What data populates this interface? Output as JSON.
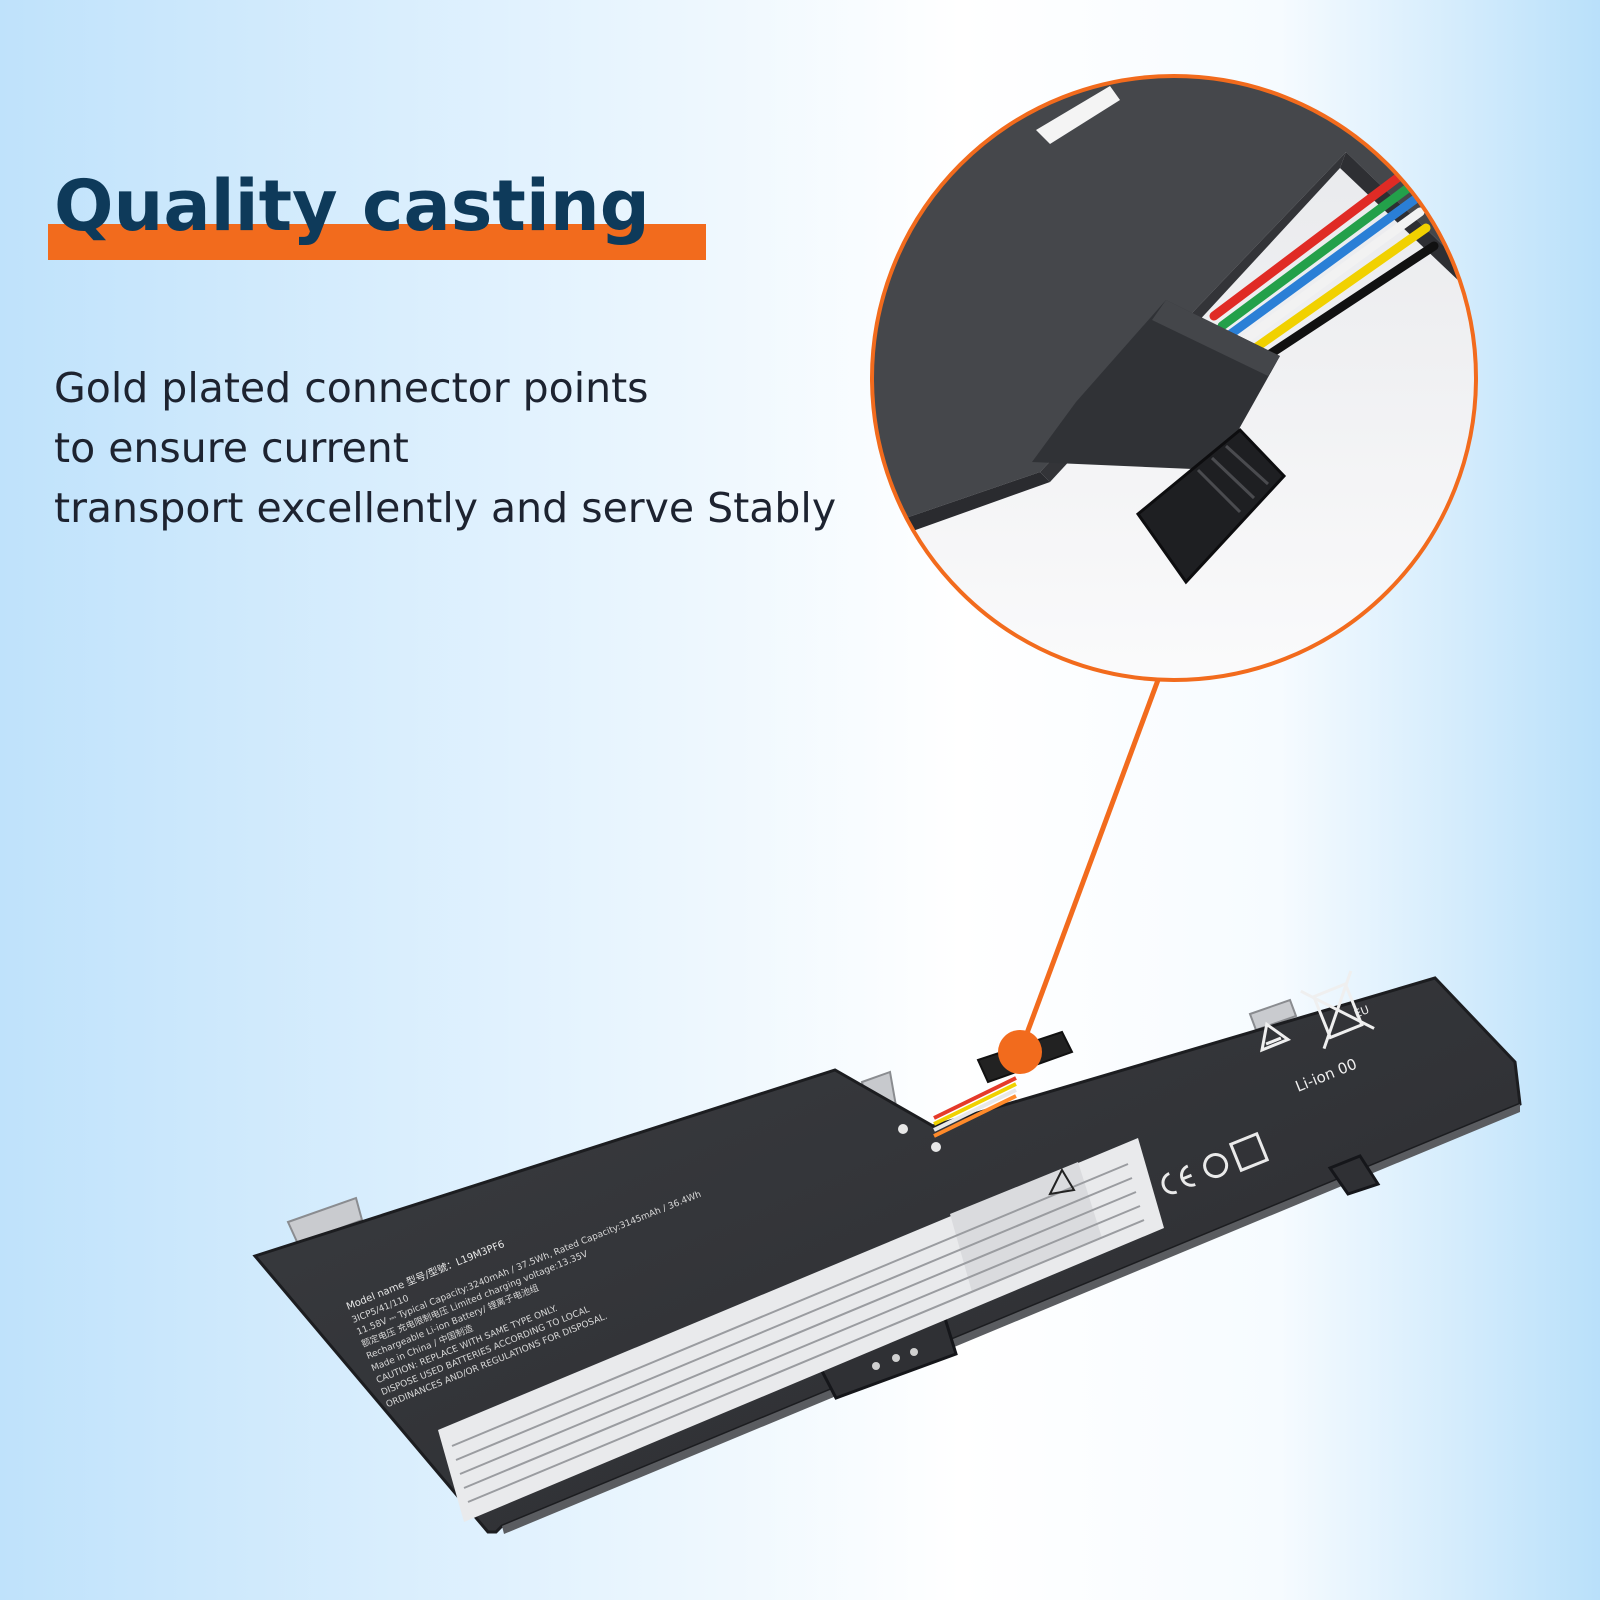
{
  "headline": {
    "title": "Quality casting",
    "accent_color": "#f26b1d",
    "title_color": "#0e3a5a"
  },
  "description": {
    "lines": [
      "Gold plated connector points",
      "to ensure current",
      "transport excellently and serve Stably"
    ]
  },
  "battery_label": {
    "model_line": "Model name 型号/型號：L19M3PF6",
    "spec_lines": [
      "3ICP5/41/110",
      "11.58V ⎓ Typical Capacity:3240mAh / 37.5Wh, Rated Capacity:3145mAh / 36.4Wh",
      "额定电压 充电限制电压 Limited charging voltage:13.35V",
      "Rechargeable Li-ion Battery/ 锂离子电池组",
      "Made in China / 中国制造",
      "CAUTION: REPLACE WITH SAME TYPE ONLY.",
      "DISPOSE USED BATTERIES ACCORDING TO LOCAL",
      "ORDINANCES AND/OR REGULATIONS FOR DISPOSAL."
    ],
    "recycle_text": "Li-ion 00",
    "eu_mark": "EU"
  }
}
